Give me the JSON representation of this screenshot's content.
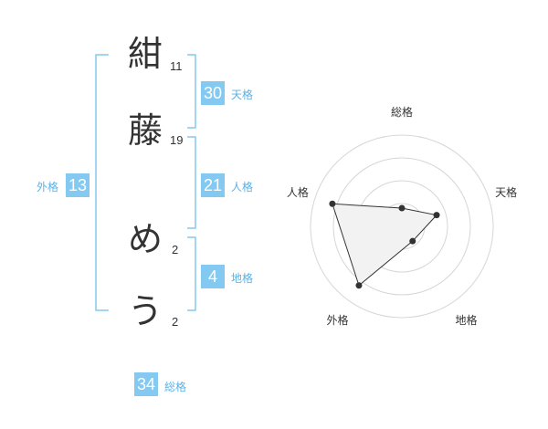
{
  "name": {
    "characters": [
      {
        "char": "紺",
        "strokes": "11"
      },
      {
        "char": "藤",
        "strokes": "19"
      },
      {
        "char": "め",
        "strokes": "2"
      },
      {
        "char": "う",
        "strokes": "2"
      }
    ]
  },
  "fortunes": {
    "tenkaku": {
      "label": "天格",
      "value": "30"
    },
    "jinkaku": {
      "label": "人格",
      "value": "21"
    },
    "chikaku": {
      "label": "地格",
      "value": "4"
    },
    "gaikaku": {
      "label": "外格",
      "value": "13"
    },
    "soukaku": {
      "label": "総格",
      "value": "34"
    }
  },
  "accent_color": "#83c9f1",
  "chart_data": {
    "type": "radar",
    "axes": [
      "総格",
      "天格",
      "地格",
      "外格",
      "人格"
    ],
    "values": [
      1,
      2,
      1,
      4,
      4
    ],
    "rmax": 5,
    "grid_rings": 4,
    "fill_color": "#f2f2f2",
    "line_color": "#333333"
  }
}
